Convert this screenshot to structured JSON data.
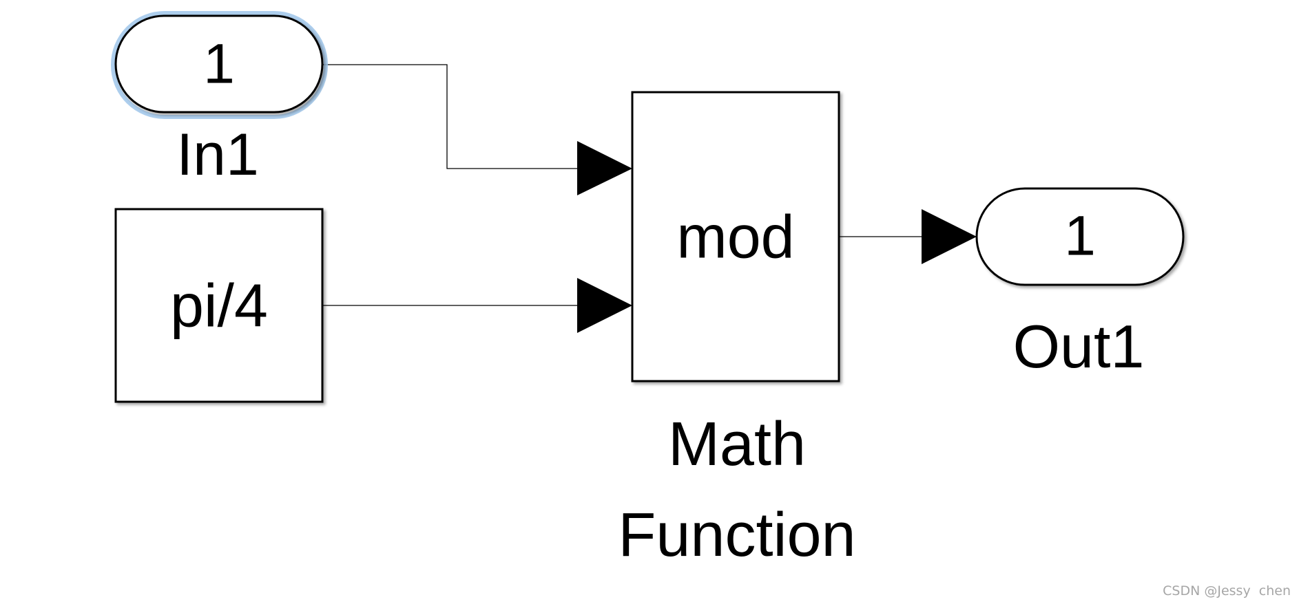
{
  "diagram": {
    "blocks": {
      "in1": {
        "port_number": "1",
        "label": "In1",
        "selected": true
      },
      "constant": {
        "value": "pi/4"
      },
      "math_function": {
        "operator": "mod",
        "label_line1": "Math",
        "label_line2": "Function"
      },
      "out1": {
        "port_number": "1",
        "label": "Out1"
      }
    },
    "connections": [
      {
        "from": "In1",
        "to": "Math Function (input 1)"
      },
      {
        "from": "Constant pi/4",
        "to": "Math Function (input 2)"
      },
      {
        "from": "Math Function",
        "to": "Out1"
      }
    ],
    "colors": {
      "line": "#000000",
      "selection_glow": "#9fc6ea",
      "watermark": "#a6a6a6"
    }
  },
  "watermark": {
    "text": "CSDN @Jessy  chen"
  }
}
